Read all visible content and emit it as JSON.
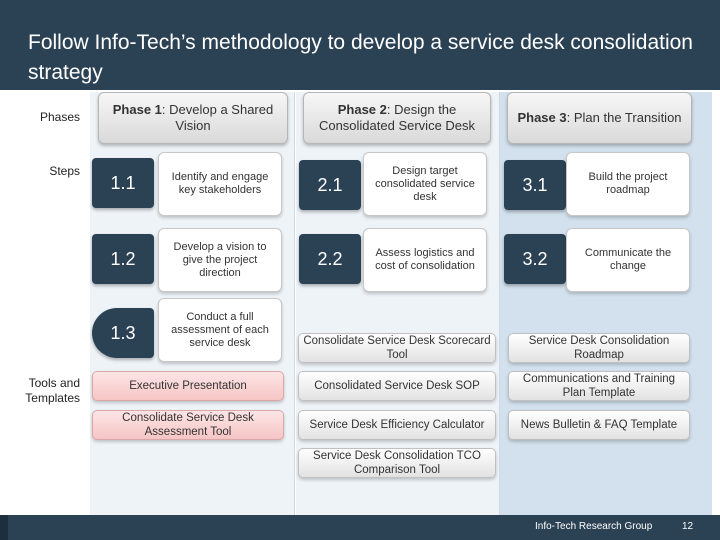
{
  "title": "Follow Info-Tech’s methodology to develop a service desk consolidation strategy",
  "row_labels": {
    "phases": "Phases",
    "steps": "Steps",
    "tools": "Tools and Templates"
  },
  "phases": [
    {
      "label_bold": "Phase 1",
      "label_rest": ": Develop a Shared Vision"
    },
    {
      "label_bold": "Phase 2",
      "label_rest": ": Design the Consolidated Service Desk"
    },
    {
      "label_bold": "Phase 3",
      "label_rest": ": Plan the Transition"
    }
  ],
  "steps": [
    {
      "num": "1.1",
      "desc": "Identify and engage key stakeholders"
    },
    {
      "num": "1.2",
      "desc": "Develop a vision to give the project direction"
    },
    {
      "num": "1.3",
      "desc": "Conduct a full assessment of each service desk"
    },
    {
      "num": "2.1",
      "desc": "Design target consolidated service desk"
    },
    {
      "num": "2.2",
      "desc": "Assess logistics and cost of consolidation"
    },
    {
      "num": "3.1",
      "desc": "Build the project roadmap"
    },
    {
      "num": "3.2",
      "desc": "Communicate the change"
    }
  ],
  "tools": {
    "phase1": [
      "Executive Presentation",
      "Consolidate Service Desk Assessment Tool"
    ],
    "phase2": [
      "Consolidate Service Desk Scorecard Tool",
      "Consolidated Service Desk SOP",
      "Service Desk Efficiency Calculator",
      "Service Desk Consolidation TCO Comparison Tool"
    ],
    "phase3": [
      "Service Desk Consolidation Roadmap",
      "Communications and Training Plan Template",
      "News Bulletin & FAQ Template"
    ]
  },
  "footer": {
    "org": "Info-Tech Research Group",
    "page": "12"
  }
}
